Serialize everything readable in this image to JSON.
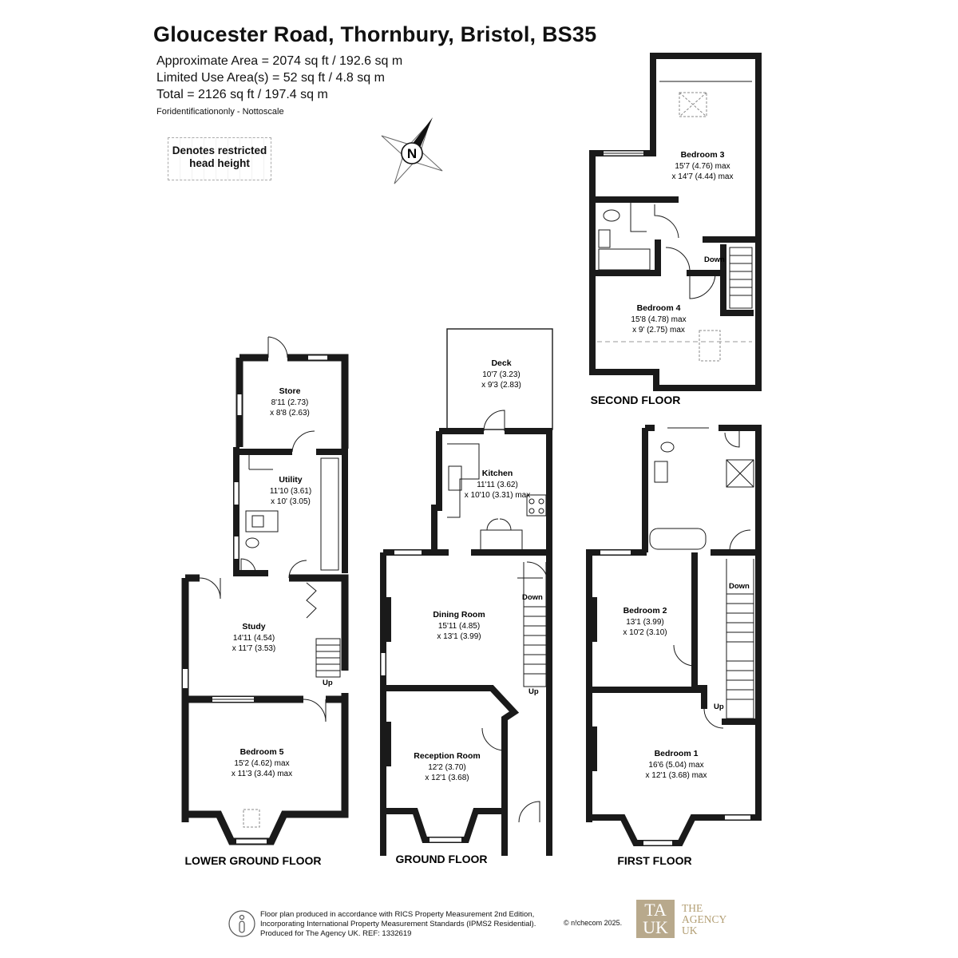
{
  "header": {
    "title": "Gloucester Road, Thornbury, Bristol, BS35",
    "area_lines": [
      "Approximate Area = 2074 sq ft / 192.6 sq m",
      "Limited Use Area(s) = 52 sq ft / 4.8 sq m",
      "Total = 2126 sq ft / 197.4 sq m"
    ],
    "note": "Foridentificationonly - Nottoscale"
  },
  "legend": {
    "line1": "Denotes restricted",
    "line2": "head height"
  },
  "compass": {
    "label": "N"
  },
  "floors": {
    "lower_ground": "LOWER GROUND FLOOR",
    "ground": "GROUND FLOOR",
    "first": "FIRST FLOOR",
    "second": "SECOND FLOOR"
  },
  "rooms": {
    "store": {
      "name": "Store",
      "dim1": "8'11 (2.73)",
      "dim2": "x 8'8 (2.63)"
    },
    "utility": {
      "name": "Utility",
      "dim1": "11'10 (3.61)",
      "dim2": "x 10' (3.05)"
    },
    "study": {
      "name": "Study",
      "dim1": "14'11 (4.54)",
      "dim2": "x 11'7 (3.53)"
    },
    "bedroom5": {
      "name": "Bedroom 5",
      "dim1": "15'2 (4.62) max",
      "dim2": "x 11'3 (3.44) max"
    },
    "deck": {
      "name": "Deck",
      "dim1": "10'7 (3.23)",
      "dim2": "x 9'3 (2.83)"
    },
    "kitchen": {
      "name": "Kitchen",
      "dim1": "11'11 (3.62)",
      "dim2": "x 10'10 (3.31) max"
    },
    "dining": {
      "name": "Dining Room",
      "dim1": "15'11 (4.85)",
      "dim2": "x 13'1 (3.99)"
    },
    "reception": {
      "name": "Reception Room",
      "dim1": "12'2 (3.70)",
      "dim2": "x 12'1 (3.68)"
    },
    "bedroom2": {
      "name": "Bedroom 2",
      "dim1": "13'1 (3.99)",
      "dim2": "x 10'2 (3.10)"
    },
    "bedroom1": {
      "name": "Bedroom 1",
      "dim1": "16'6 (5.04) max",
      "dim2": "x 12'1 (3.68) max"
    },
    "bedroom3": {
      "name": "Bedroom 3",
      "dim1": "15'7 (4.76) max",
      "dim2": "x 14'7 (4.44) max"
    },
    "bedroom4": {
      "name": "Bedroom 4",
      "dim1": "15'8 (4.78) max",
      "dim2": "x 9' (2.75) max"
    }
  },
  "stairs": {
    "up": "Up",
    "down": "Down"
  },
  "footer": {
    "lines": [
      "Floor plan produced in accordance with RICS Property Measurement 2nd Edition,",
      "Incorporating International Property Measurement Standards (IPMS2 Residential).",
      "Produced for The Agency UK. REF: 1332619"
    ],
    "copyright": "© n!checom 2025.",
    "logo_mark_top": "TA",
    "logo_mark_bottom": "UK",
    "logo_line1": "THE",
    "logo_line2": "AGENCY",
    "logo_line3": "UK"
  },
  "colors": {
    "wall": "#1a1a1a",
    "logo_bg": "#b8a98c",
    "logo_text": "#b39f74"
  }
}
